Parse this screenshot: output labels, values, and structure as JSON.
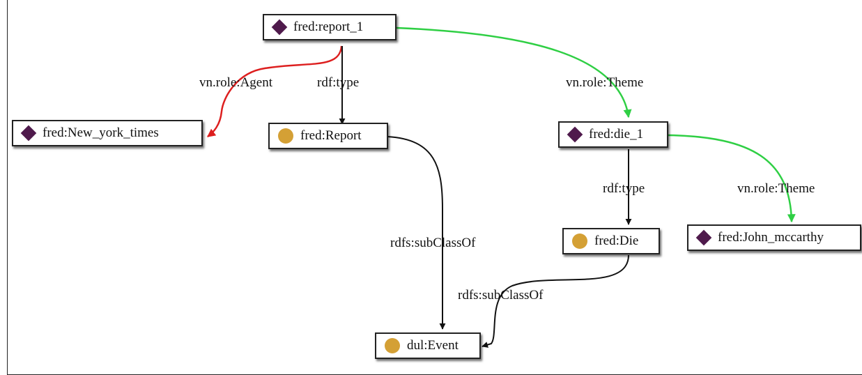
{
  "colors": {
    "individual_icon": "#4f1a4c",
    "class_icon": "#d4a035",
    "agent_edge": "#dd1f1f",
    "theme_edge": "#2fcf44",
    "default_edge": "#111111"
  },
  "nodes": {
    "report_1": {
      "label": "fred:report_1",
      "kind": "individual",
      "icon": "diamond-icon"
    },
    "new_york_times": {
      "label": "fred:New_york_times",
      "kind": "individual",
      "icon": "diamond-icon"
    },
    "report": {
      "label": "fred:Report",
      "kind": "class",
      "icon": "circle-icon"
    },
    "die_1": {
      "label": "fred:die_1",
      "kind": "individual",
      "icon": "diamond-icon"
    },
    "die": {
      "label": "fred:Die",
      "kind": "class",
      "icon": "circle-icon"
    },
    "john_mccarthy": {
      "label": "fred:John_mccarthy",
      "kind": "individual",
      "icon": "diamond-icon"
    },
    "event": {
      "label": "dul:Event",
      "kind": "class",
      "icon": "circle-icon"
    }
  },
  "edges": [
    {
      "from": "report_1",
      "to": "new_york_times",
      "label": "vn.role:Agent",
      "color": "agent_edge"
    },
    {
      "from": "report_1",
      "to": "report",
      "label": "rdf:type",
      "color": "default_edge"
    },
    {
      "from": "report_1",
      "to": "die_1",
      "label": "vn.role:Theme",
      "color": "theme_edge"
    },
    {
      "from": "report",
      "to": "event",
      "label": "rdfs:subClassOf",
      "color": "default_edge"
    },
    {
      "from": "die_1",
      "to": "die",
      "label": "rdf:type",
      "color": "default_edge"
    },
    {
      "from": "die_1",
      "to": "john_mccarthy",
      "label": "vn.role:Theme",
      "color": "theme_edge"
    },
    {
      "from": "die",
      "to": "event",
      "label": "rdfs:subClassOf",
      "color": "default_edge"
    }
  ]
}
